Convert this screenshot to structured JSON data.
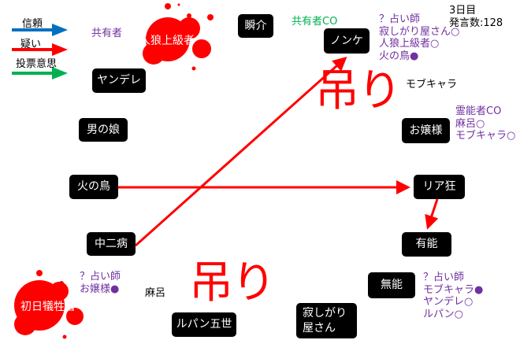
{
  "legend": {
    "trust": "信頼",
    "doubt": "疑い",
    "vote": "投票意思",
    "colors": {
      "trust": "#0070c0",
      "doubt": "#ff0000",
      "vote": "#00b050"
    }
  },
  "status": {
    "day": "3日目",
    "posts": "発言数:128"
  },
  "players": {
    "jinro": "人狼上級者",
    "shunsuke": "瞬介",
    "nonke": "ノンケ",
    "yandere": "ヤンデレ",
    "otokonoko": "男の娘",
    "ojousama": "お嬢様",
    "hinotori": "火の鳥",
    "riakyou": "リア狂",
    "chuunibyou": "中二病",
    "yuunou": "有能",
    "munou": "無能",
    "shonichi": "初日犠牲者",
    "lupin": "ルパン五世",
    "sabishigari": "寂しがり屋さん"
  },
  "notes": {
    "kyouyuusha": "共有者",
    "kyouyuusha_co": "共有者CO",
    "mobchara": "モブキャラ",
    "maro": "麻呂",
    "hang1": "吊り",
    "hang2": "吊り",
    "nonke_list": [
      "？占い師",
      "寂しがり屋さん○",
      "人狼上級者○",
      "火の鳥●"
    ],
    "ojou_list": [
      "霊能者CO",
      "麻呂○",
      "モブキャラ○"
    ],
    "munou_list": [
      "？占い師",
      "モブキャラ●",
      "ヤンデレ○",
      "ルパン○"
    ],
    "bottom_list": [
      "？占い師",
      "お嬢様●"
    ]
  }
}
